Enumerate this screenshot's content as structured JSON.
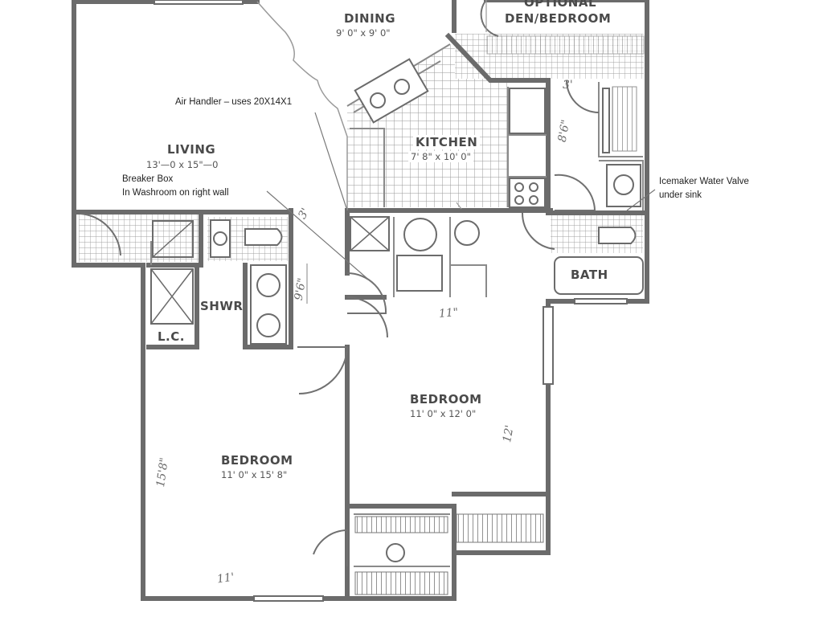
{
  "rooms": {
    "dining": {
      "name": "DINING",
      "dims": "9' 0\" x 9' 0\""
    },
    "den": {
      "name_line1": "OPTIONAL",
      "name_line2": "DEN/BEDROOM"
    },
    "kitchen": {
      "name": "KITCHEN",
      "dims": "7' 8\" x 10' 0\""
    },
    "living": {
      "name": "LIVING",
      "dims": "13'—0 x 15\"—0"
    },
    "shower": {
      "name": "SHWR"
    },
    "linen_closet": {
      "name": "L.C."
    },
    "bath": {
      "name": "BATH"
    },
    "bedroom_2": {
      "name": "BEDROOM",
      "dims": "11' 0\" x 12' 0\""
    },
    "bedroom_1": {
      "name": "BEDROOM",
      "dims": "11' 0\" x 15' 8\""
    }
  },
  "notes": {
    "air_handler": "Air Handler – uses 20X14X1",
    "breaker_line1": "Breaker Box",
    "breaker_line2": "In Washroom on right wall",
    "icemaker_line1": "Icemaker Water Valve",
    "icemaker_line2": "under sink"
  },
  "handwritten": {
    "hall_11": "11\"",
    "hall_96": "9'6\"",
    "den_86": "8'6\"",
    "den_3": "3'",
    "closet_3": "3'",
    "bed2_12": "12'",
    "bed1_158": "15'8\"",
    "bed1_11": "11'"
  },
  "colors": {
    "wall": "#6b6b6b",
    "line": "#8a8a8a",
    "tile": "#a8a8a8",
    "text": "#4a4a4a"
  }
}
